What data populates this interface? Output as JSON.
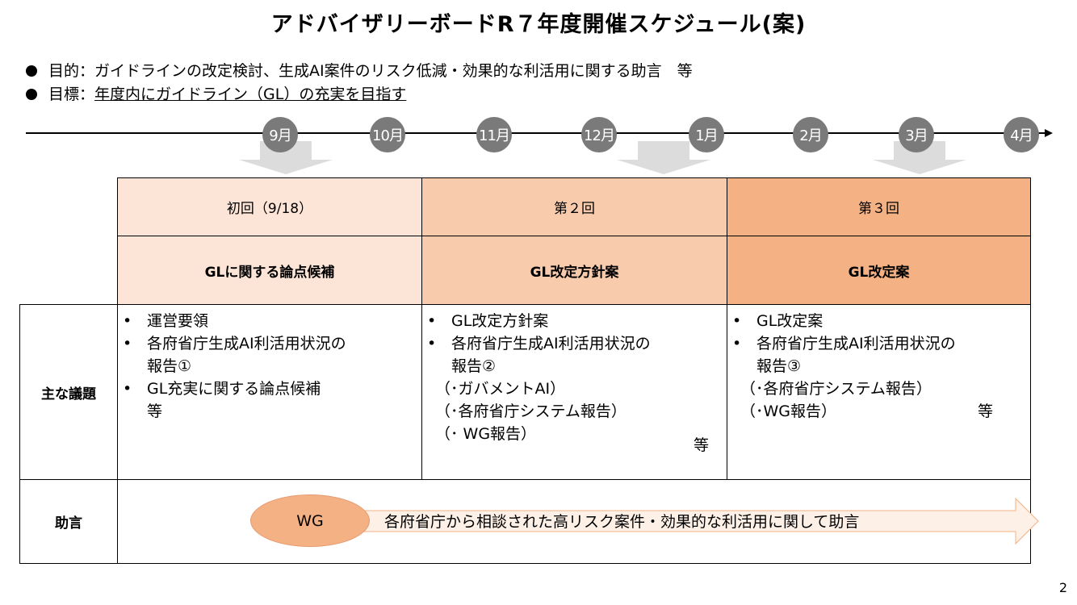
{
  "title": "アドバイザリーボードR７年度開催スケジュール(案)",
  "bullets": {
    "purpose_label": "目的：",
    "purpose_text": "ガイドラインの改定検討、生成AI案件のリスク低減・効果的な利活用に関する助言　等",
    "goal_label": "目標：",
    "goal_text": "年度内にガイドライン（GL）の充実を目指す"
  },
  "timeline": {
    "months": [
      "9月",
      "10月",
      "11月",
      "12月",
      "1月",
      "2月",
      "3月",
      "4月"
    ]
  },
  "sessions": [
    {
      "header": "初回（9/18）",
      "topic": "GLに関する論点候補",
      "agenda": {
        "b1": "運営要領",
        "b2": "各府省庁生成AI利活用状況の",
        "b2c": "報告①",
        "b3": "GL充実に関する論点候補",
        "b3c": "等"
      }
    },
    {
      "header": "第２回",
      "topic": "GL改定方針案",
      "agenda": {
        "b1": "GL改定方針案",
        "b2": "各府省庁生成AI利活用状況の",
        "b2c": "報告②",
        "p1": "（･ガバメントAI）",
        "p2": "（･各府省庁システム報告）",
        "p3": "（･ WG報告）",
        "etc": "等"
      }
    },
    {
      "header": "第３回",
      "topic": "GL改定案",
      "agenda": {
        "b1": "GL改定案",
        "b2": "各府省庁生成AI利活用状況の",
        "b2c": "報告③",
        "p1": "（･各府省庁システム報告）",
        "p2": "（･WG報告）",
        "etc": "等"
      }
    }
  ],
  "rows": {
    "agenda_label": "主な議題",
    "advice_label": "助言"
  },
  "advice": {
    "wg_label": "WG",
    "arrow_text": "各府省庁から相談された高リスク案件・効果的な利活用に関して助言"
  },
  "page_number": "2",
  "colors": {
    "session1": "#fce4d6",
    "session2": "#f8cbad",
    "session3": "#f4b183",
    "month_circle": "#7a7a7a",
    "wg_ellipse": "#f4b183",
    "advice_arrow": "#fdf0e6"
  }
}
